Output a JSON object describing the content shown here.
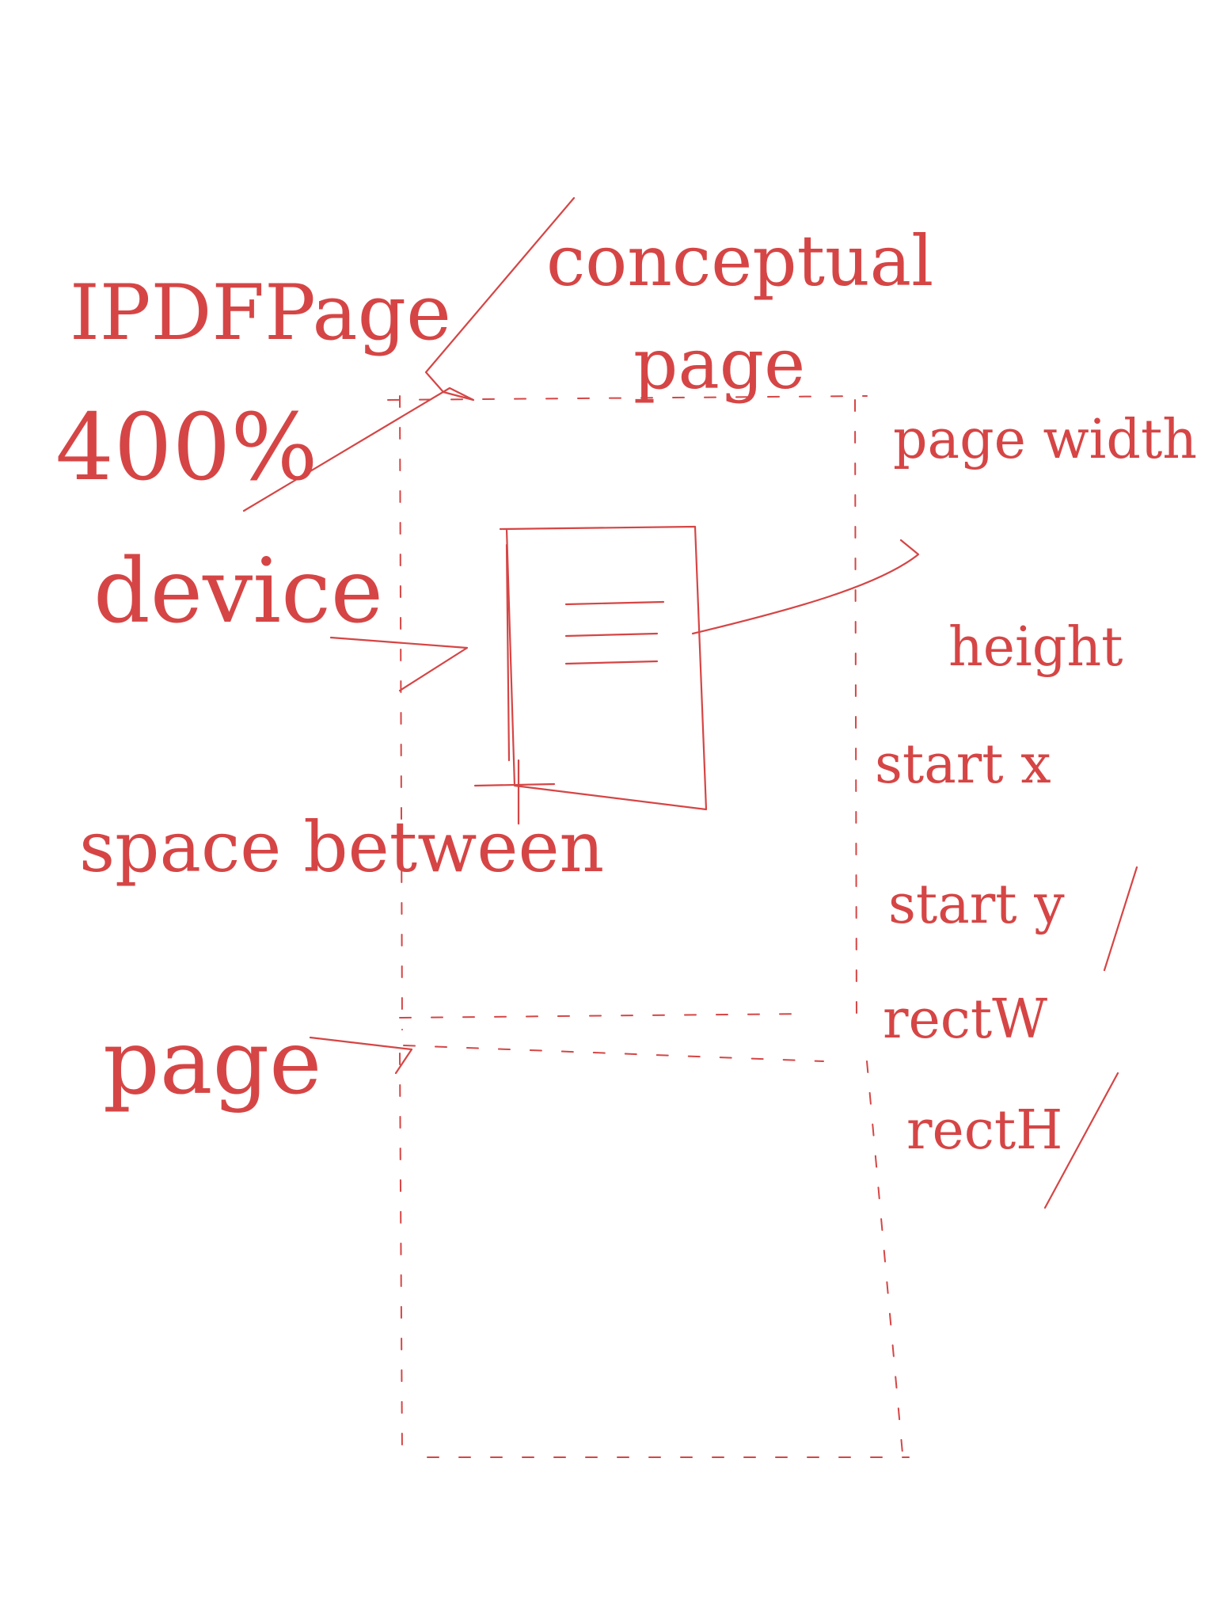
{
  "ink_color": "#d64545",
  "background_color": "#ffffff",
  "labels": {
    "ipdf_page": "IPDFPage",
    "conceptual": "conceptual",
    "page": "page",
    "zoom": "400%",
    "device": "device",
    "space_between": "space between",
    "space_between_page": "page",
    "page_width": "page width",
    "height": "height",
    "start_x": "start x",
    "start_y": "start y",
    "rect_w": "rectW",
    "rect_h": "rectH"
  }
}
